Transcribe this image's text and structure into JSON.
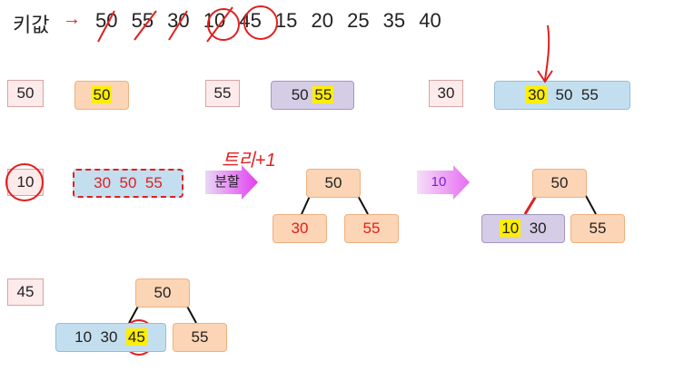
{
  "header": {
    "title": "키값",
    "arrow": "→",
    "keys": "50 55 30 10 45 15 20 25 35 40"
  },
  "row1": {
    "step1": {
      "key": "50",
      "node": "50"
    },
    "step2": {
      "key": "55",
      "node_left": "50",
      "node_right": "55"
    },
    "step3": {
      "key": "30",
      "n1": "30",
      "n2": "50",
      "n3": "55"
    }
  },
  "row2": {
    "key": "10",
    "overflow": {
      "n1": "30",
      "n2": "50",
      "n3": "55"
    },
    "split_label": "분할",
    "note": "트리+1",
    "tree1": {
      "root": "50",
      "left": "30",
      "right": "55"
    },
    "insert_label": "10",
    "tree2": {
      "root": "50",
      "left_a": "10",
      "left_b": "30",
      "right": "55"
    }
  },
  "row3": {
    "key": "45",
    "tree": {
      "root": "50",
      "left_a": "10",
      "left_b": "30",
      "left_c": "45",
      "right": "55"
    }
  },
  "colors": {
    "orange": "#fbd5b5",
    "purple": "#d5cce6",
    "blue": "#c3dfef",
    "highlight": "#ffee00",
    "annotation": "#e02020",
    "key_box": "#fdeaea"
  }
}
